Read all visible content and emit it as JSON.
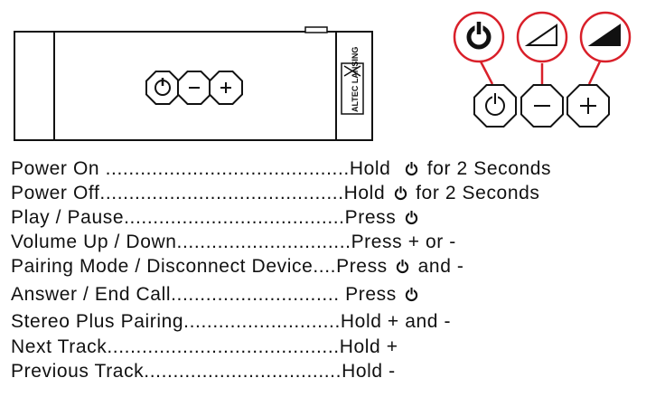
{
  "speaker": {
    "brand_logo": "ALTEC LANSING",
    "buttons": [
      "power",
      "volume-down",
      "volume-up"
    ]
  },
  "callout": {
    "accent_color": "#d9202a",
    "icons": [
      "power-icon",
      "volume-low-icon",
      "volume-high-icon"
    ]
  },
  "instructions": [
    {
      "label": "Power On ",
      "dots": "..........................................",
      "action_before": "Hold  ",
      "icon": "power-icon",
      "action_after": " for 2 Seconds"
    },
    {
      "label": "Power Off",
      "dots": "..........................................",
      "action_before": "Hold ",
      "icon": "power-icon",
      "action_after": " for 2 Seconds"
    },
    {
      "label": "Play / Pause",
      "dots": "......................................",
      "action_before": "Press ",
      "icon": "power-icon",
      "action_after": ""
    },
    {
      "label": "Volume Up / Down",
      "dots": "..............................",
      "action_before": "Press + or -",
      "icon": "",
      "action_after": ""
    },
    {
      "label": "Pairing Mode / Disconnect Device",
      "dots": "....",
      "action_before": "Press ",
      "icon": "power-icon",
      "action_after": " and -"
    },
    {
      "label": "Answer / End Call",
      "dots": "............................. ",
      "action_before": "Press ",
      "icon": "power-icon",
      "action_after": ""
    },
    {
      "label": "Stereo Plus Pairing",
      "dots": "...........................",
      "action_before": "Hold + and -",
      "icon": "",
      "action_after": ""
    },
    {
      "label": "Next Track",
      "dots": "........................................",
      "action_before": "Hold +",
      "icon": "",
      "action_after": ""
    },
    {
      "label": "Previous Track",
      "dots": "..................................",
      "action_before": "Hold -",
      "icon": "",
      "action_after": ""
    }
  ]
}
